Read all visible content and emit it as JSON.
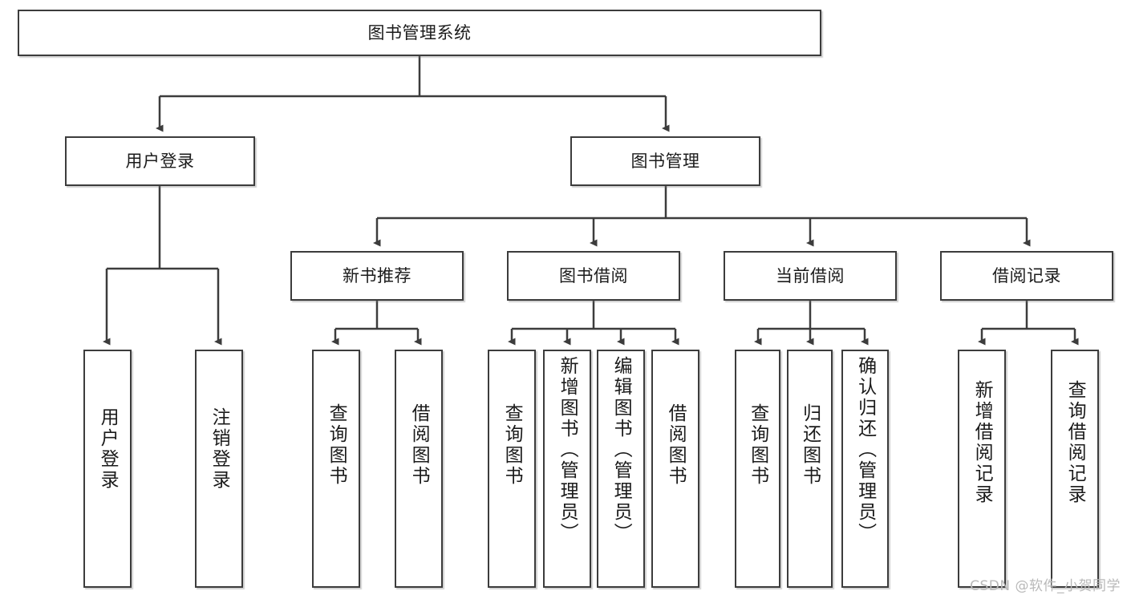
{
  "diagram": {
    "title": "图书管理系统",
    "type": "tree",
    "watermark": "CSDN @软件_小贺同学",
    "levels": {
      "root": {
        "label": "图书管理系统"
      },
      "level2": [
        {
          "label": "用户登录"
        },
        {
          "label": "图书管理"
        }
      ],
      "level3": [
        {
          "label": "新书推荐"
        },
        {
          "label": "图书借阅"
        },
        {
          "label": "当前借阅"
        },
        {
          "label": "借阅记录"
        }
      ],
      "level4": {
        "user_login": [
          {
            "label": "用户登录"
          },
          {
            "label": "注销登录"
          }
        ],
        "new_book_recommend": [
          {
            "label": "查询图书"
          },
          {
            "label": "借阅图书"
          }
        ],
        "book_borrow": [
          {
            "label": "查询图书"
          },
          {
            "label": "新增图书（管理员）"
          },
          {
            "label": "编辑图书（管理员）"
          },
          {
            "label": "借阅图书"
          }
        ],
        "current_borrow": [
          {
            "label": "查询图书"
          },
          {
            "label": "归还图书"
          },
          {
            "label": "确认归还（管理员）"
          }
        ],
        "borrow_record": [
          {
            "label": "新增借阅记录"
          },
          {
            "label": "查询借阅记录"
          }
        ]
      }
    },
    "colors": {
      "stroke": "#3c3c3c",
      "fill": "#ffffff",
      "text": "#1b1b1b",
      "watermark": "#b9b9b9"
    }
  }
}
